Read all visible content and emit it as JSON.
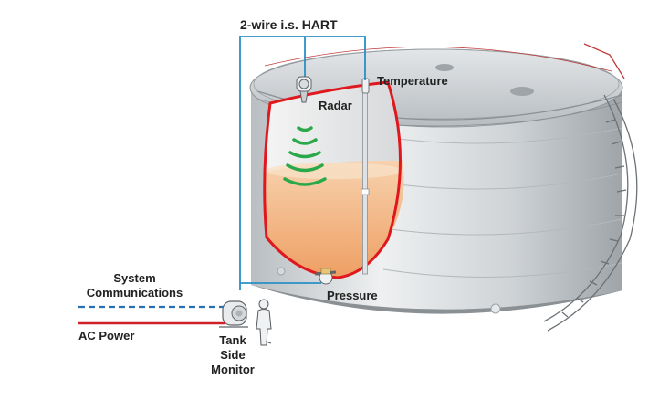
{
  "labels": {
    "wiring": "2-wire i.s. HART",
    "radar": "Radar",
    "temperature": "Temperature",
    "pressure": "Pressure",
    "system_communications_line1": "System",
    "system_communications_line2": "Communications",
    "ac_power": "AC Power",
    "tank_side_monitor_line1": "Tank",
    "tank_side_monitor_line2": "Side",
    "tank_side_monitor_line3": "Monitor"
  },
  "colors": {
    "hart_wire": "#2a8fc4",
    "ac_power": "#d0202a",
    "system_comms": "#2a6fb0",
    "cutaway_outline": "#e0181e",
    "radar_waves": "#2aa84a",
    "liquid": "#f2b27a",
    "tank_shell": "#c9cdd0"
  },
  "icons": {
    "radar": "radar-gauge-icon",
    "temperature": "temperature-probe-icon",
    "pressure": "pressure-transmitter-icon",
    "tank_side_monitor": "tank-side-monitor-icon",
    "operator": "operator-person-icon"
  }
}
